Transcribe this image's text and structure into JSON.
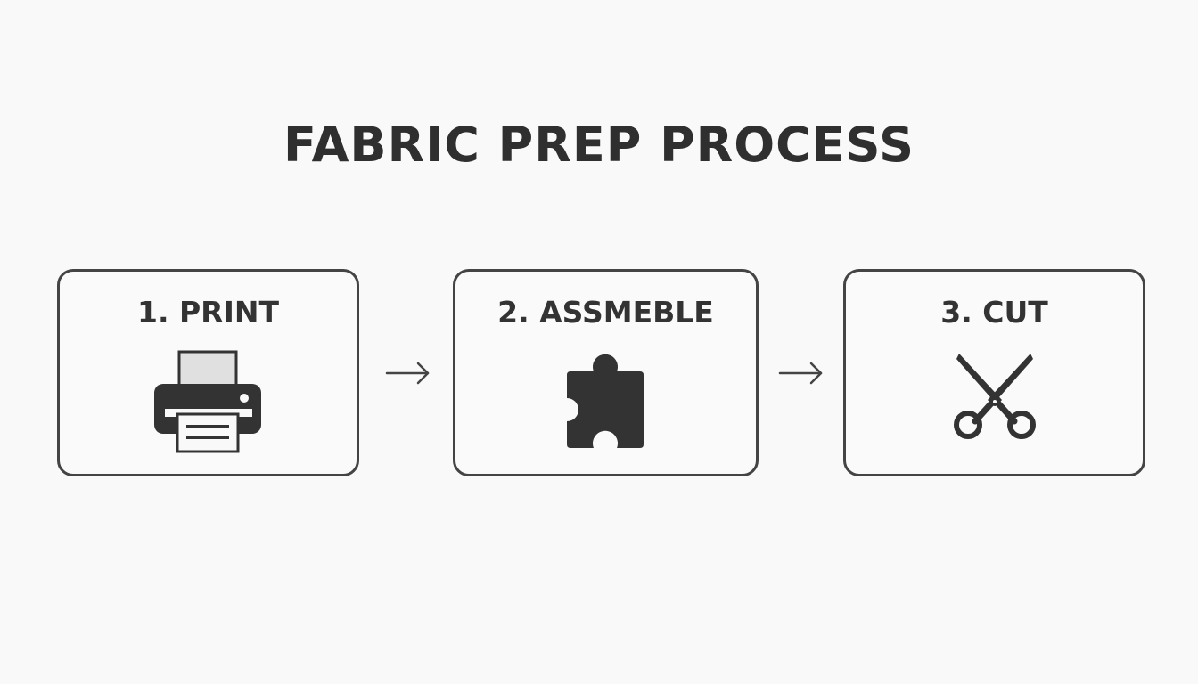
{
  "title": "FABRIC PREP PROCESS",
  "steps": [
    {
      "label": "1. PRINT",
      "icon": "printer-icon"
    },
    {
      "label": "2. ASSMEBLE",
      "icon": "puzzle-piece-icon"
    },
    {
      "label": "3. CUT",
      "icon": "scissors-icon"
    }
  ],
  "connectors": [
    {
      "icon": "arrow-right-icon"
    },
    {
      "icon": "arrow-right-icon"
    }
  ],
  "colors": {
    "background": "#f9f9f9",
    "ink": "#333333",
    "border": "#444444",
    "paper": "#e0e0e0"
  }
}
